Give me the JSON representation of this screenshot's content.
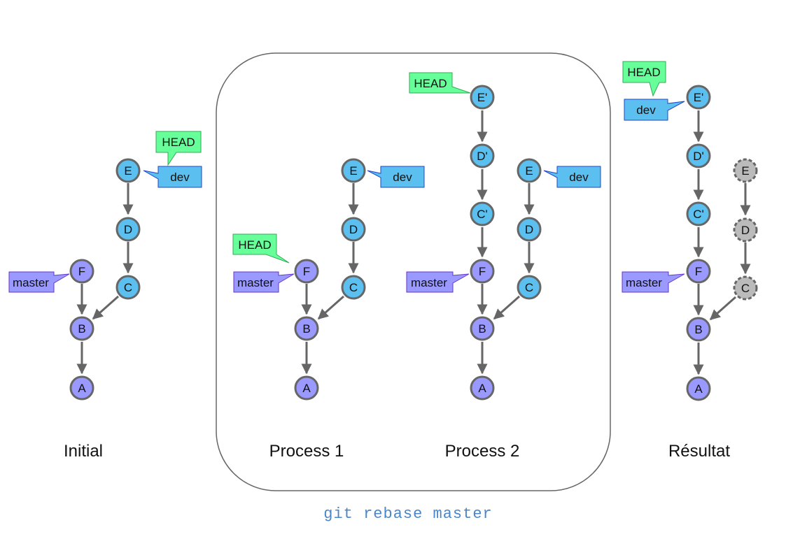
{
  "colors": {
    "master_commit": "#9999ff",
    "dev_commit": "#5bc0f0",
    "orphan_commit": "#bbbbbb",
    "head_label": "#66ff99",
    "dev_label": "#5bc0f0",
    "master_label": "#9999ff",
    "command_text": "#4a86c8",
    "edge": "#666666"
  },
  "labels": {
    "head": "HEAD",
    "dev": "dev",
    "master": "master"
  },
  "commits": {
    "a": "A",
    "b": "B",
    "c": "C",
    "d": "D",
    "e": "E",
    "f": "F",
    "c_prime": "C'",
    "d_prime": "D'",
    "e_prime": "E'"
  },
  "captions": {
    "initial": "Initial",
    "process1": "Process 1",
    "process2": "Process 2",
    "result": "Résultat"
  },
  "command": "git rebase master"
}
